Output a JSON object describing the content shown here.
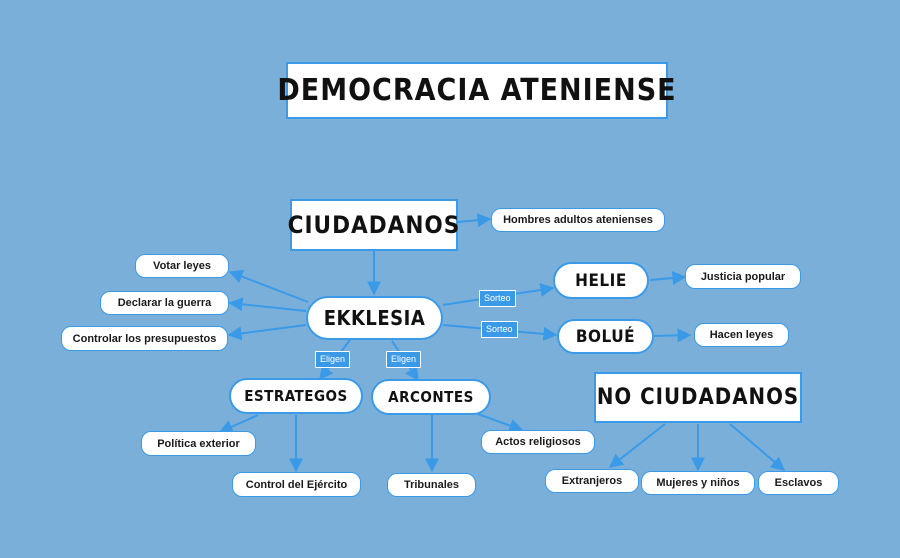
{
  "title": "DEMOCRACIA ATENIENSE",
  "nodes": {
    "ciudadanos": "CIUDADANOS",
    "ekklesia": "EKKLESIA",
    "helie": "HELIE",
    "bolue": "BOLUÉ",
    "estrategos": "ESTRATEGOS",
    "arcontes": "ARCONTES",
    "no_ciudadanos": "NO CIUDADANOS"
  },
  "leaves": {
    "hombres": "Hombres adultos atenienses",
    "votar": "Votar leyes",
    "declarar": "Declarar la guerra",
    "controlar": "Controlar los presupuestos",
    "justicia": "Justicia popular",
    "hacen_leyes": "Hacen leyes",
    "politica": "Política exterior",
    "ejercito": "Control del Ejército",
    "tribunales": "Tribunales",
    "actos": "Actos religiosos",
    "extranjeros": "Extranjeros",
    "mujeres": "Mujeres y niños",
    "esclavos": "Esclavos"
  },
  "tags": {
    "sorteo_1": "Sorteo",
    "sorteo_2": "Sorteo",
    "eligen_1": "Eligen",
    "eligen_2": "Eligen"
  },
  "colors": {
    "background": "#7aafd9",
    "connector": "#3a9ae8",
    "box_fill": "#ffffff"
  }
}
